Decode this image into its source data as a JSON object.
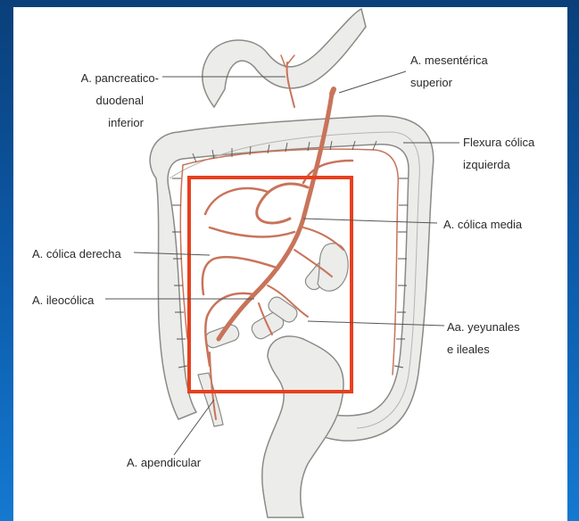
{
  "labels": {
    "pancreatico": [
      "A. pancreatico-",
      "duodenal",
      "inferior"
    ],
    "mesenterica": [
      "A. mesentérica",
      "superior"
    ],
    "flexura": [
      "Flexura cólica",
      "izquierda"
    ],
    "colica_media": "A. cólica media",
    "colica_derecha": "A. cólica derecha",
    "ileocolica": "A. ileocólica",
    "yeyunales": [
      "Aa. yeyunales",
      "e ileales"
    ],
    "apendicular": "A. apendicular"
  },
  "colors": {
    "background": "#0c5aa8",
    "artery": "#c8745a",
    "intestine_fill": "#ececea",
    "intestine_stroke": "#8a8a86",
    "highlight_box": "#e8401e"
  }
}
